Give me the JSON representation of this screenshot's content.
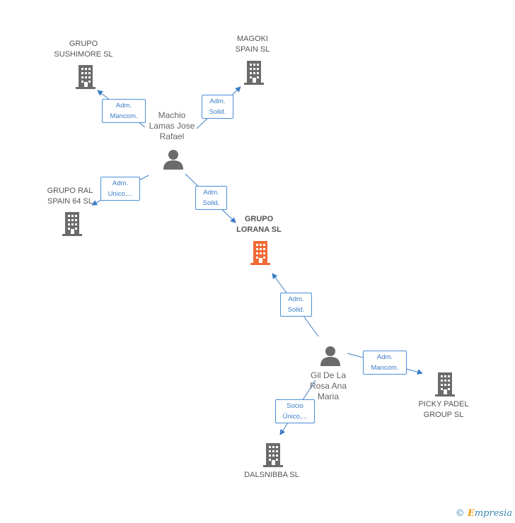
{
  "colors": {
    "company": "#6b6b6b",
    "focus_company": "#f06a35",
    "person": "#6b6b6b",
    "edge": "#3a7cc6"
  },
  "nodes": {
    "grupo_sushimore": "GRUPO\nSUSHIMORE SL",
    "magoki_spain": "MAGOKI\nSPAIN  SL",
    "machio_lamas": "Machio\nLamas Jose\nRafael",
    "grupo_ral_spain": "GRUPO RAL\nSPAIN 64 SL",
    "grupo_lorana": "GRUPO\nLORANA SL",
    "gil_de_la_rosa": "Gil De La\nRosa Ana\nMaria",
    "picky_padel": "PICKY PADEL\nGROUP SL",
    "dalsnibba": "DALSNIBBA SL"
  },
  "edges": {
    "machio_to_sushimore": "Adm.\nMancom.",
    "machio_to_magoki": "Adm.\nSolid.",
    "machio_to_ral": "Adm.\nUnico,...",
    "machio_to_lorana": "Adm.\nSolid.",
    "gil_to_lorana": "Adm.\nSolid.",
    "gil_to_picky": "Adm.\nMancom.",
    "gil_to_dalsnibba": "Socio\nÚnico,..."
  },
  "footer": {
    "copyright": "©",
    "brand_initial": "E",
    "brand_rest": "mpresia"
  }
}
